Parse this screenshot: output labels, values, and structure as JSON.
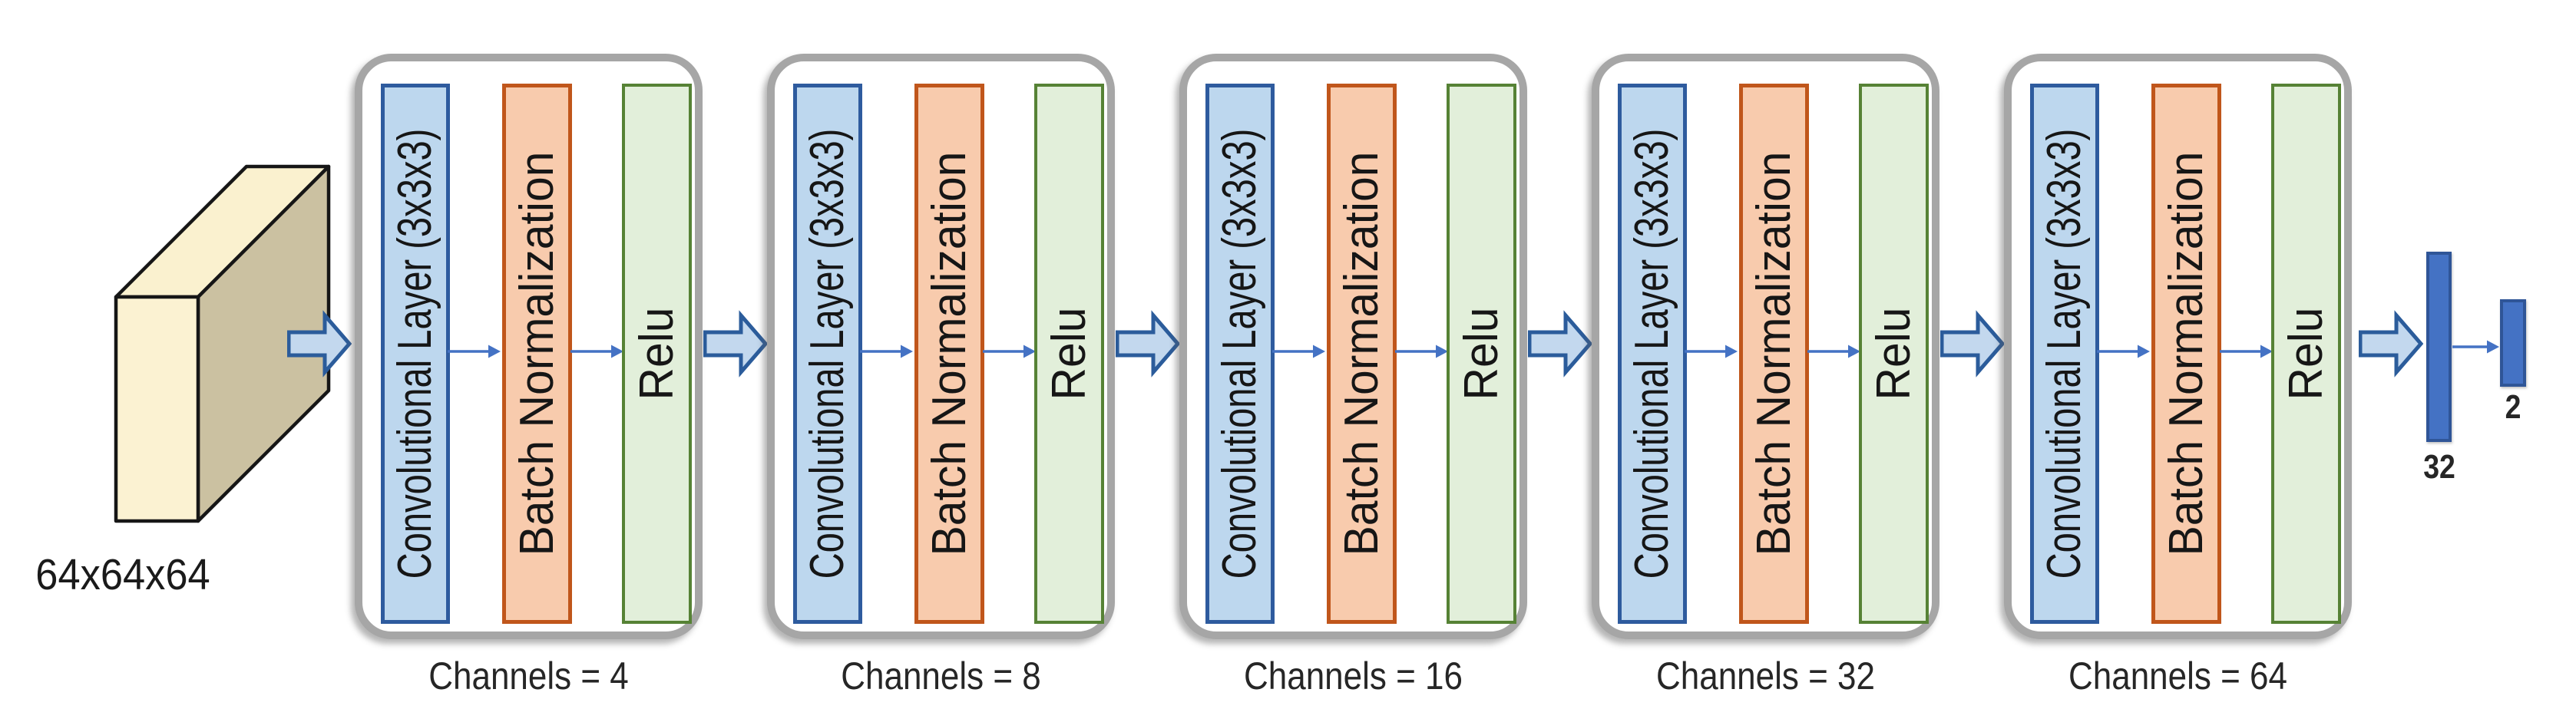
{
  "diagram": {
    "input": {
      "label": "64x64x64"
    },
    "blocks": [
      {
        "conv_label": "Convolutional Layer (3x3x3)",
        "bn_label": "Batch Normalization",
        "relu_label": "Relu",
        "channels_label": "Channels = 4"
      },
      {
        "conv_label": "Convolutional Layer (3x3x3)",
        "bn_label": "Batch Normalization",
        "relu_label": "Relu",
        "channels_label": "Channels = 8"
      },
      {
        "conv_label": "Convolutional Layer (3x3x3)",
        "bn_label": "Batch Normalization",
        "relu_label": "Relu",
        "channels_label": "Channels = 16"
      },
      {
        "conv_label": "Convolutional Layer (3x3x3)",
        "bn_label": "Batch Normalization",
        "relu_label": "Relu",
        "channels_label": "Channels = 32"
      },
      {
        "conv_label": "Convolutional Layer (3x3x3)",
        "bn_label": "Batch Normalization",
        "relu_label": "Relu",
        "channels_label": "Channels = 64"
      }
    ],
    "output": {
      "bar1_label": "32",
      "bar2_label": "2"
    },
    "colors": {
      "conv_fill": "#BDD7EE",
      "conv_border": "#2E5B9E",
      "bn_fill": "#F8CBAD",
      "bn_border": "#C0561B",
      "relu_fill": "#E2EFDA",
      "relu_border": "#568235",
      "block_border": "#A6A6A6",
      "flow_arrow_fill": "#C3D8EE",
      "flow_arrow_border": "#2B5C9B",
      "connector_blue": "#4472C4",
      "output_bar_fill": "#4472C4",
      "output_bar_border": "#2F5597",
      "cube_front": "#FBF2D2",
      "cube_top": "#FAF1CF",
      "cube_side": "#CBC1A1",
      "text": "#1C1C1C"
    },
    "icons": {
      "flow_arrow": "block-arrow-right",
      "connector": "thin-arrow-right"
    }
  }
}
